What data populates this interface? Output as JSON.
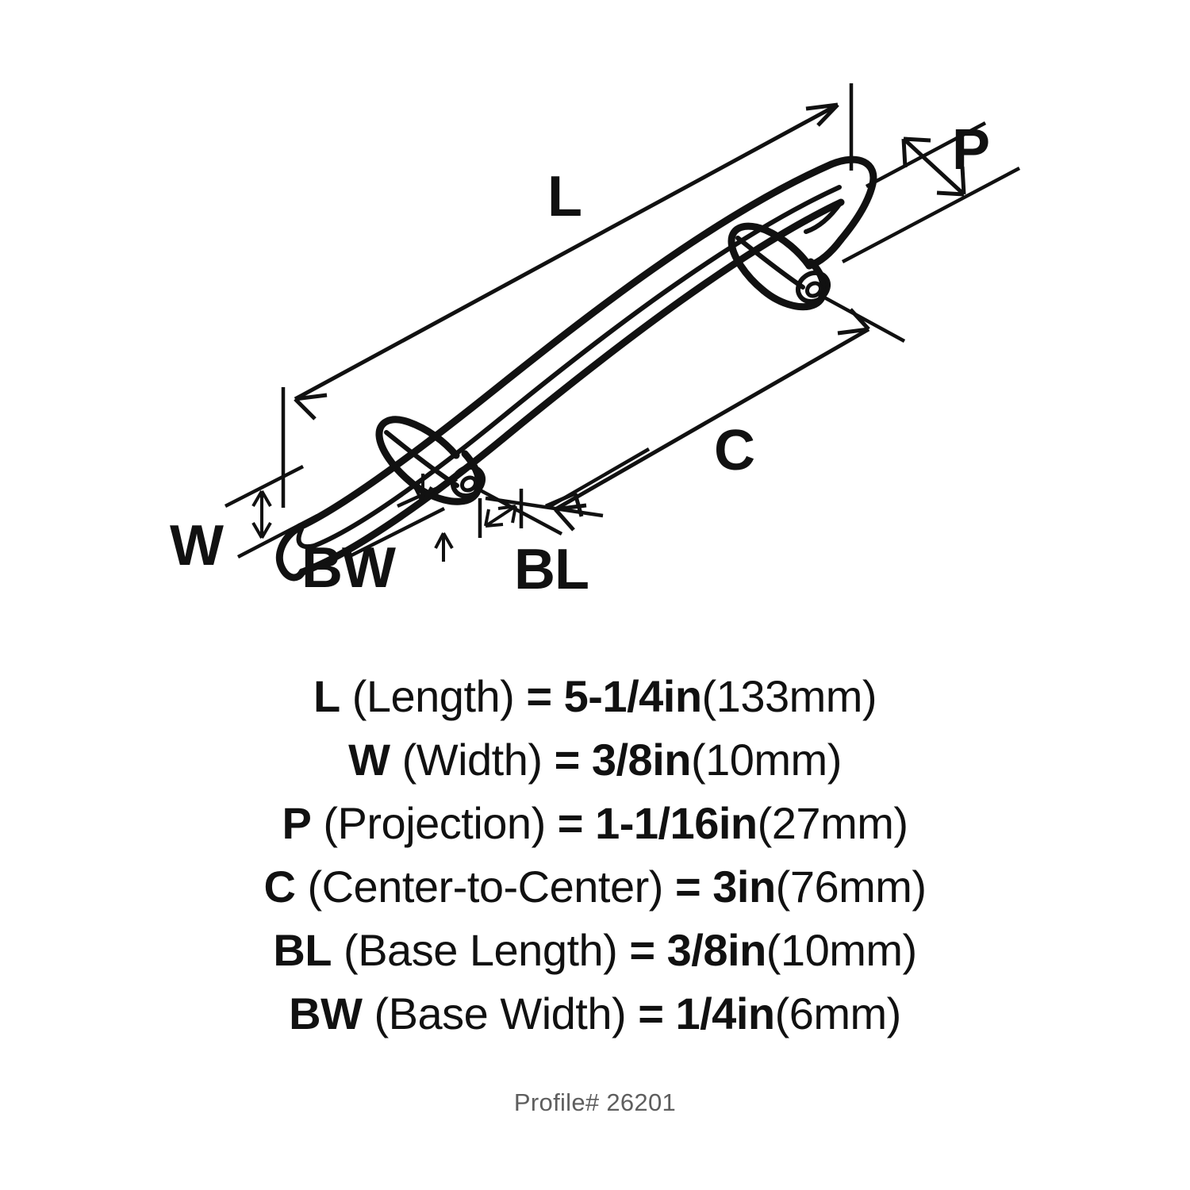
{
  "drawing": {
    "labels": {
      "length": "L",
      "width": "W",
      "projection": "P",
      "center_to_center": "C",
      "base_length": "BL",
      "base_width": "BW"
    },
    "line_color": "#111111",
    "background_color": "#ffffff"
  },
  "specs": [
    {
      "code": "L",
      "name": "(Length)",
      "eq": "=",
      "imperial": "5-1/4in",
      "metric": "(133mm)"
    },
    {
      "code": "W",
      "name": "(Width)",
      "eq": "=",
      "imperial": "3/8in",
      "metric": "(10mm)"
    },
    {
      "code": "P",
      "name": "(Projection)",
      "eq": "=",
      "imperial": "1-1/16in",
      "metric": "(27mm)"
    },
    {
      "code": "C",
      "name": "(Center-to-Center)",
      "eq": "=",
      "imperial": "3in",
      "metric": "(76mm)"
    },
    {
      "code": "BL",
      "name": "(Base Length)",
      "eq": "=",
      "imperial": "3/8in",
      "metric": "(10mm)"
    },
    {
      "code": "BW",
      "name": "(Base Width)",
      "eq": "=",
      "imperial": "1/4in",
      "metric": "(6mm)"
    }
  ],
  "profile": {
    "label": "Profile# 26201",
    "color": "#5e5e5e"
  }
}
